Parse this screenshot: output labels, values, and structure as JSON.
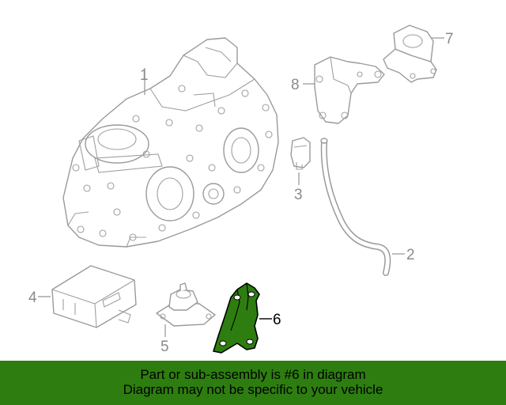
{
  "callouts": {
    "c1": "1",
    "c2": "2",
    "c3": "3",
    "c4": "4",
    "c5": "5",
    "c6": "6",
    "c7": "7",
    "c8": "8"
  },
  "banner": {
    "line1": "Part or sub-assembly is #6 in diagram",
    "line2": "Diagram may not be specific to your vehicle"
  },
  "colors": {
    "highlight": "#2e7d10",
    "banner_bg": "#2e7d10",
    "line_art": "#9a9a9a"
  }
}
